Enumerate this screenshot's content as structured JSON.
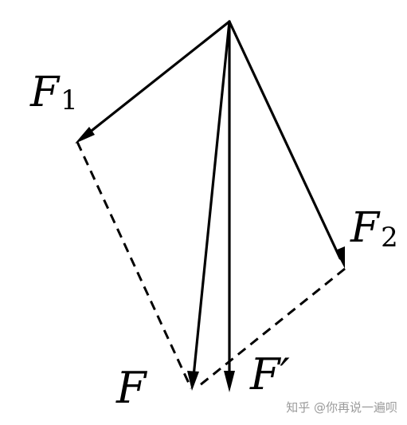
{
  "labels": {
    "f1": {
      "main": "F",
      "sub": "1"
    },
    "f2": {
      "main": "F",
      "sub": "2"
    },
    "f": "F",
    "f_prime": "F′"
  },
  "watermark": "知乎 @你再说一遍呗"
}
